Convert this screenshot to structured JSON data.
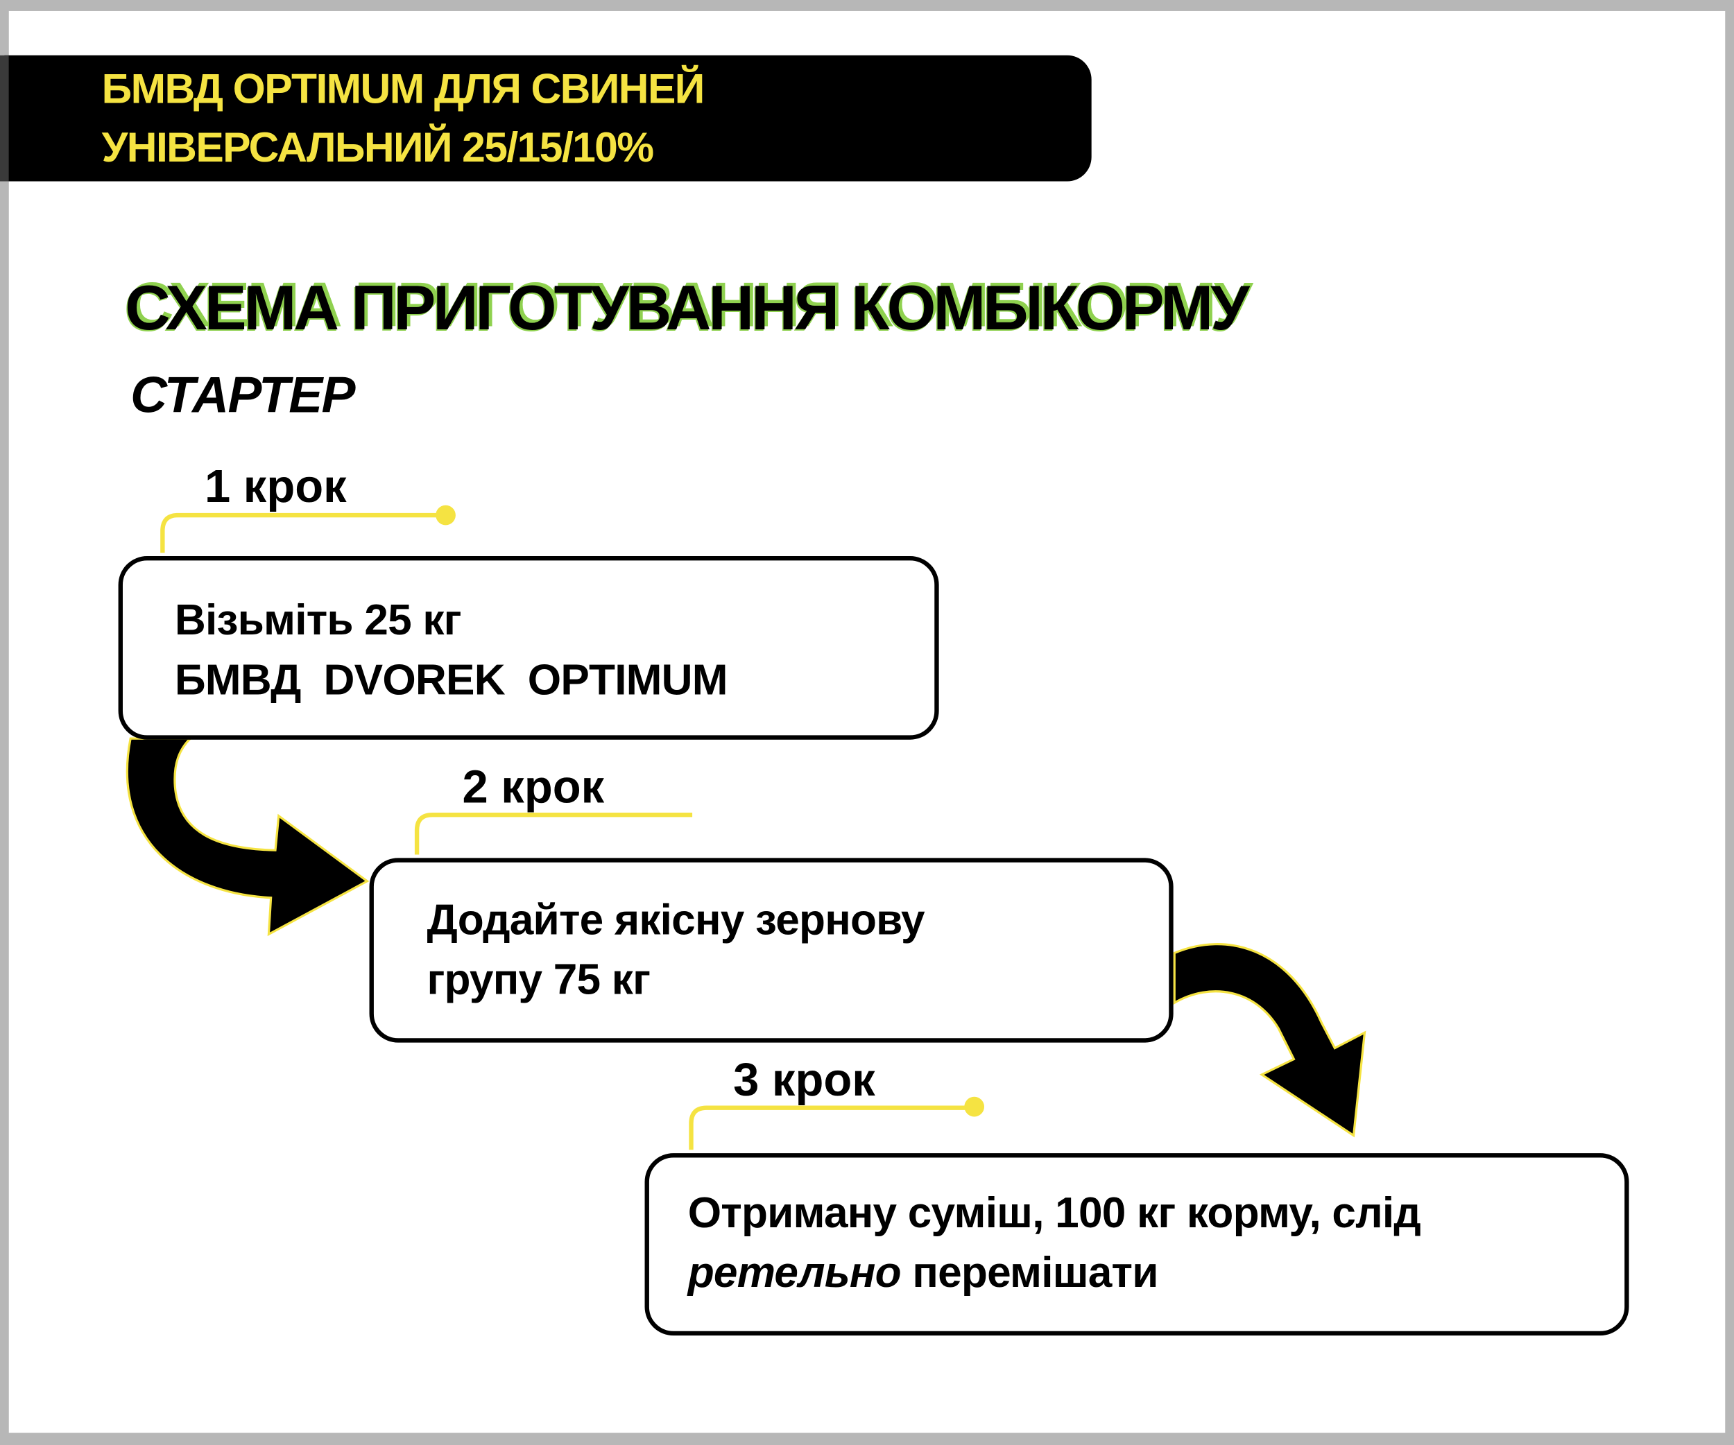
{
  "banner": {
    "line1": "БМВД OPTIMUM ДЛЯ СВИНЕЙ",
    "line2": "УНІВЕРСАЛЬНИЙ 25/15/10%"
  },
  "title": "СХЕМА ПРИГОТУВАННЯ КОМБІКОРМУ",
  "subtitle": "СТАРТЕР",
  "steps": [
    {
      "label": "1 крок",
      "line1": "Візьміть 25 кг",
      "line2": "БМВД  DVOREK  OPTIMUM"
    },
    {
      "label": "2 крок",
      "line1": "Додайте якісну зернову",
      "line2": "групу 75 кг"
    },
    {
      "label": "3 крок",
      "line1": "Отриману суміш, 100 кг корму, слід",
      "line2_emphasis": "ретельно",
      "line2_rest": " перемішати"
    }
  ],
  "colors": {
    "accent": "#f5e342",
    "title_shadow": "#8fd14f",
    "frame": "#b7b7b7"
  }
}
